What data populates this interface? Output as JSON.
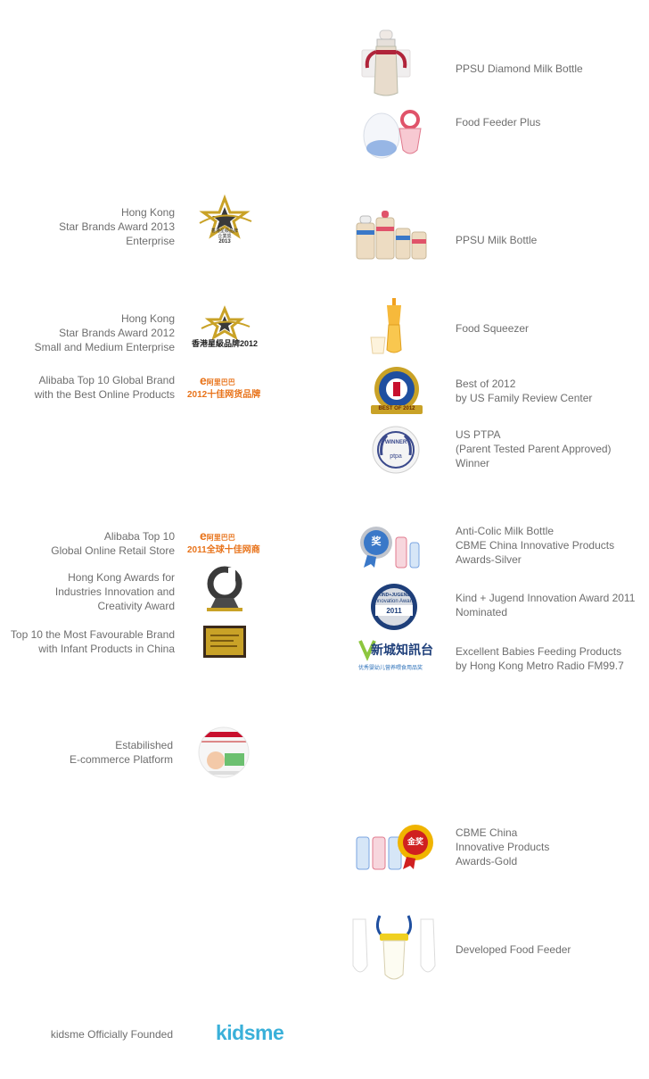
{
  "left": [
    {
      "lines": [
        "Hong Kong",
        "Star Brands Award 2013",
        "Enterprise"
      ],
      "badge": "香港星級品牌",
      "badge2": "企業獎",
      "badge3": "2013"
    },
    {
      "lines": [
        "Hong Kong",
        "Star Brands Award 2012",
        "Small and Medium Enterprise"
      ],
      "badge": "香港星級品牌2012"
    },
    {
      "lines": [
        "Alibaba Top 10 Global Brand",
        "with the Best Online Products"
      ],
      "badge_top": "阿里巴巴",
      "badge": "2012十佳网货品牌"
    },
    {
      "lines": [
        "Alibaba Top 10",
        "Global Online Retail Store"
      ],
      "badge_top": "阿里巴巴",
      "badge": "2011全球十佳网商"
    },
    {
      "lines": [
        "Hong Kong Awards for",
        "Industries Innovation and",
        "Creativity Award"
      ]
    },
    {
      "lines": [
        "Top 10 the Most Favourable Brand",
        "with Infant Products in China"
      ]
    },
    {
      "lines": [
        "Estabilished",
        "E-commerce Platform"
      ]
    },
    {
      "lines": [
        "kidsme Officially Founded"
      ],
      "logo": "kidsme"
    }
  ],
  "right": [
    {
      "lines": [
        "PPSU Diamond Milk Bottle"
      ]
    },
    {
      "lines": [
        "Food Feeder Plus"
      ]
    },
    {
      "lines": [
        "PPSU Milk Bottle"
      ]
    },
    {
      "lines": [
        "Food Squeezer"
      ]
    },
    {
      "lines": [
        "Best of 2012",
        "by US Family Review Center"
      ],
      "badge": "BEST OF 2012"
    },
    {
      "lines": [
        "US PTPA",
        "(Parent Tested Parent Approved)",
        "Winner"
      ],
      "badge": "WINNER",
      "badge2": "ptpa"
    },
    {
      "lines": [
        "Anti-Colic Milk Bottle",
        "CBME China Innovative Products",
        "Awards-Silver"
      ],
      "badge": "奖"
    },
    {
      "lines": [
        "Kind + Jugend Innovation Award 2011",
        "Nominated"
      ],
      "badge": "Innovation Award",
      "badge2": "2011",
      "badge3": "KIND+JUGEND"
    },
    {
      "lines": [
        "Excellent Babies Feeding Products",
        "by Hong Kong Metro Radio FM99.7"
      ],
      "badge": "新城知訊台",
      "badge2": "优秀婴幼儿营养喂食用品奖"
    },
    {
      "lines": [
        "CBME China",
        "Innovative Products",
        "Awards-Gold"
      ],
      "badge": "金奖"
    },
    {
      "lines": [
        "Developed Food Feeder"
      ]
    }
  ],
  "colors": {
    "text": "#6e6e6e",
    "gold": "#c9a227",
    "red": "#c8102e",
    "kidsme": "#3ab0d9",
    "orange": "#e8731a"
  }
}
